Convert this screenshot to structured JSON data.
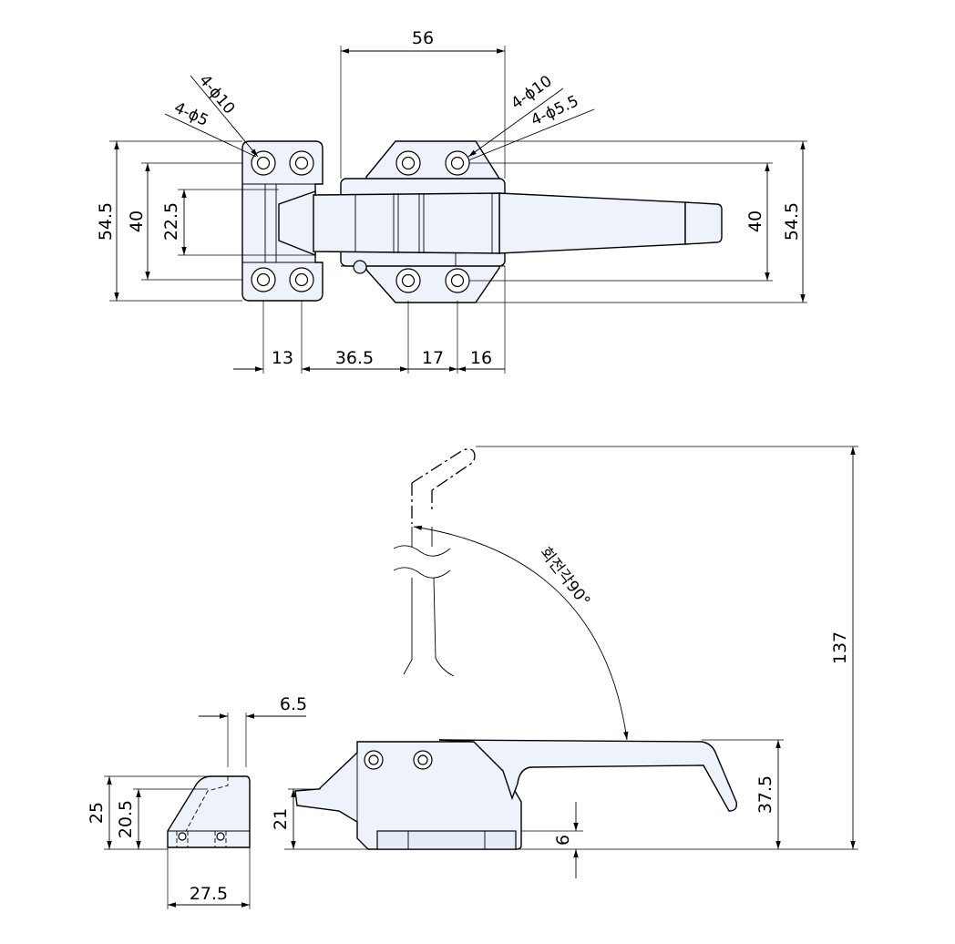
{
  "top_view": {
    "dims": {
      "width_56": "56",
      "height_left_54_5": "54.5",
      "height_left_40": "40",
      "height_22_5": "22.5",
      "height_right_40": "40",
      "height_right_54_5": "54.5",
      "horiz_13": "13",
      "horiz_36_5": "36.5",
      "horiz_17": "17",
      "horiz_16": "16"
    },
    "callouts": {
      "left_outer": "4-ϕ10",
      "left_inner": "4-ϕ5",
      "right_outer": "4-ϕ10",
      "right_inner": "4-ϕ5.5"
    }
  },
  "side_view": {
    "dims": {
      "height_137": "137",
      "height_37_5": "37.5",
      "height_21": "21",
      "gap_6": "6",
      "catch_6_5": "6.5",
      "catch_25": "25",
      "catch_20_5": "20.5",
      "catch_27_5": "27.5"
    },
    "rotation_label": "회전각90°"
  }
}
